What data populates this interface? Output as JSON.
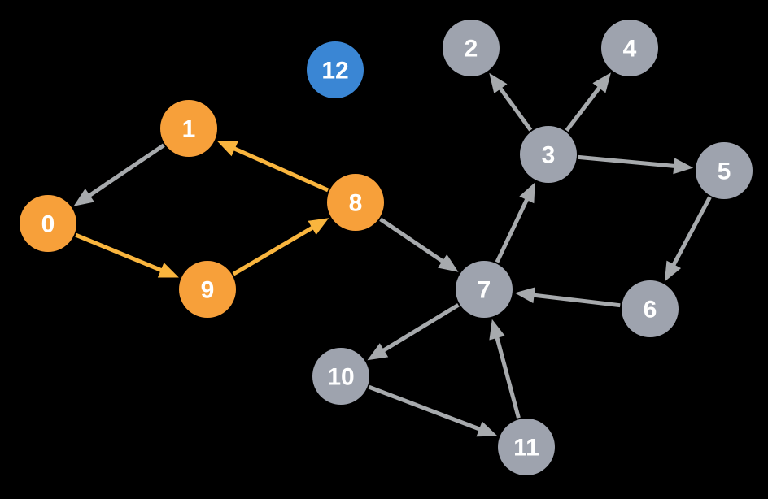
{
  "colors": {
    "background": "#000000",
    "orange": "#F7A03A",
    "orange_edge": "#F9B53E",
    "gray": "#9EA3AE",
    "gray_edge": "#A7AAAD",
    "blue": "#3A86D4",
    "label": "#FFFFFF"
  },
  "nodes": [
    {
      "id": "0",
      "label": "0",
      "group": "orange"
    },
    {
      "id": "1",
      "label": "1",
      "group": "orange"
    },
    {
      "id": "2",
      "label": "2",
      "group": "gray"
    },
    {
      "id": "3",
      "label": "3",
      "group": "gray"
    },
    {
      "id": "4",
      "label": "4",
      "group": "gray"
    },
    {
      "id": "5",
      "label": "5",
      "group": "gray"
    },
    {
      "id": "6",
      "label": "6",
      "group": "gray"
    },
    {
      "id": "7",
      "label": "7",
      "group": "gray"
    },
    {
      "id": "8",
      "label": "8",
      "group": "orange"
    },
    {
      "id": "9",
      "label": "9",
      "group": "orange"
    },
    {
      "id": "10",
      "label": "10",
      "group": "gray"
    },
    {
      "id": "11",
      "label": "11",
      "group": "gray"
    },
    {
      "id": "12",
      "label": "12",
      "group": "blue"
    }
  ],
  "edges": [
    {
      "from": "1",
      "to": "0",
      "group": "gray"
    },
    {
      "from": "0",
      "to": "9",
      "group": "orange"
    },
    {
      "from": "9",
      "to": "8",
      "group": "orange"
    },
    {
      "from": "8",
      "to": "1",
      "group": "orange"
    },
    {
      "from": "8",
      "to": "7",
      "group": "gray"
    },
    {
      "from": "7",
      "to": "3",
      "group": "gray"
    },
    {
      "from": "3",
      "to": "2",
      "group": "gray"
    },
    {
      "from": "3",
      "to": "4",
      "group": "gray"
    },
    {
      "from": "3",
      "to": "5",
      "group": "gray"
    },
    {
      "from": "5",
      "to": "6",
      "group": "gray"
    },
    {
      "from": "6",
      "to": "7",
      "group": "gray"
    },
    {
      "from": "7",
      "to": "10",
      "group": "gray"
    },
    {
      "from": "10",
      "to": "11",
      "group": "gray"
    },
    {
      "from": "11",
      "to": "7",
      "group": "gray"
    }
  ]
}
